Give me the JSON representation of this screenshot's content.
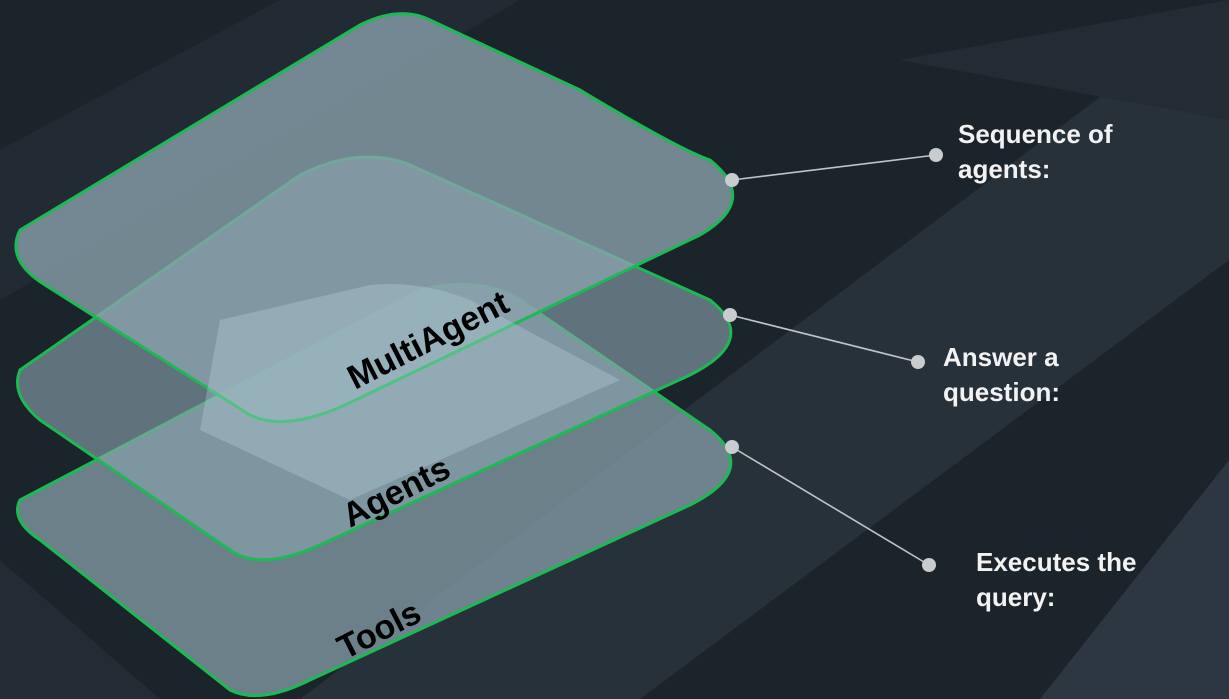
{
  "colors": {
    "background": "#1d252c",
    "layer_outline": "#1db954",
    "layer_fill": "#8ba3ad",
    "overlap_fill": "#b5d0da",
    "callout_text": "#f2f2f2",
    "connector": "#bfc4c8"
  },
  "layers": [
    {
      "label": "MultiAgent"
    },
    {
      "label": "Agents"
    },
    {
      "label": "Tools"
    }
  ],
  "callouts": [
    {
      "line1": "Sequence of",
      "line2": "agents:"
    },
    {
      "line1": "Answer a",
      "line2": "question:"
    },
    {
      "line1": "Executes the",
      "line2": "query:"
    }
  ]
}
